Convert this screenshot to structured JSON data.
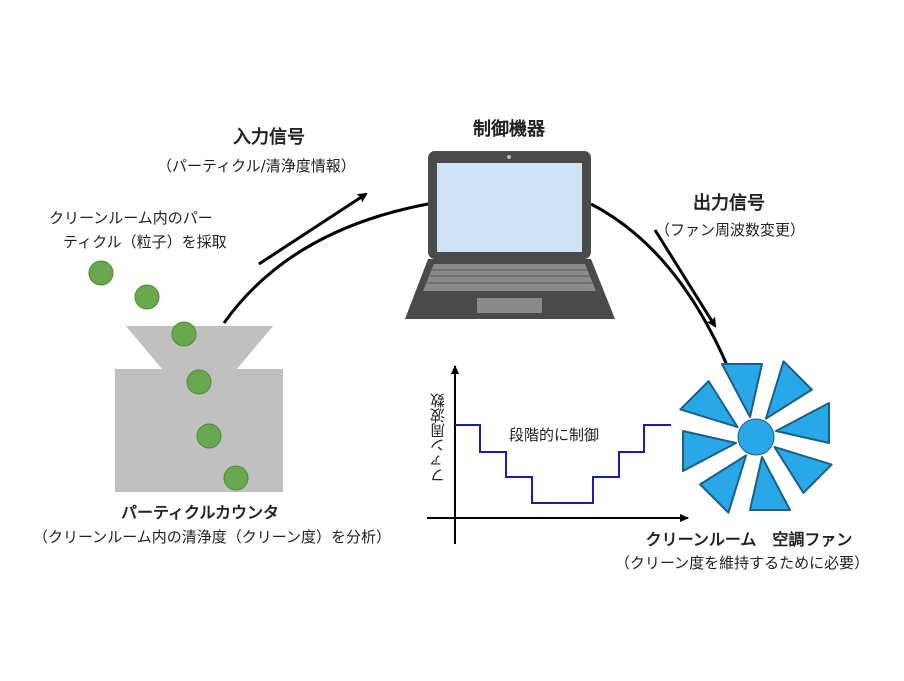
{
  "controller": {
    "label": "制御機器"
  },
  "input_signal": {
    "title": "入力信号",
    "subtitle": "（パーティクル/清浄度情報）"
  },
  "output_signal": {
    "title": "出力信号",
    "subtitle": "（ファン周波数変更）"
  },
  "sampling_note": {
    "line1": "クリーンルーム内のパー",
    "line2": "ティクル（粒子）を採取"
  },
  "particle_counter": {
    "title": "パーティクルカウンタ",
    "subtitle": "（クリーンルーム内の清浄度（クリーン度）を分析）"
  },
  "fan": {
    "title": "クリーンルーム　空調ファン",
    "subtitle": "（クリーン度を維持するために必要）"
  },
  "step_chart": {
    "ylabel": "ファン周波数",
    "annotation": "段階的に制御",
    "line_color": "#1c1ca6"
  },
  "colors": {
    "particle": "#6aa84f",
    "counter_body": "#c0c0c0",
    "fan_blade": "#29a8e8",
    "screen": "#cfe2f3"
  }
}
